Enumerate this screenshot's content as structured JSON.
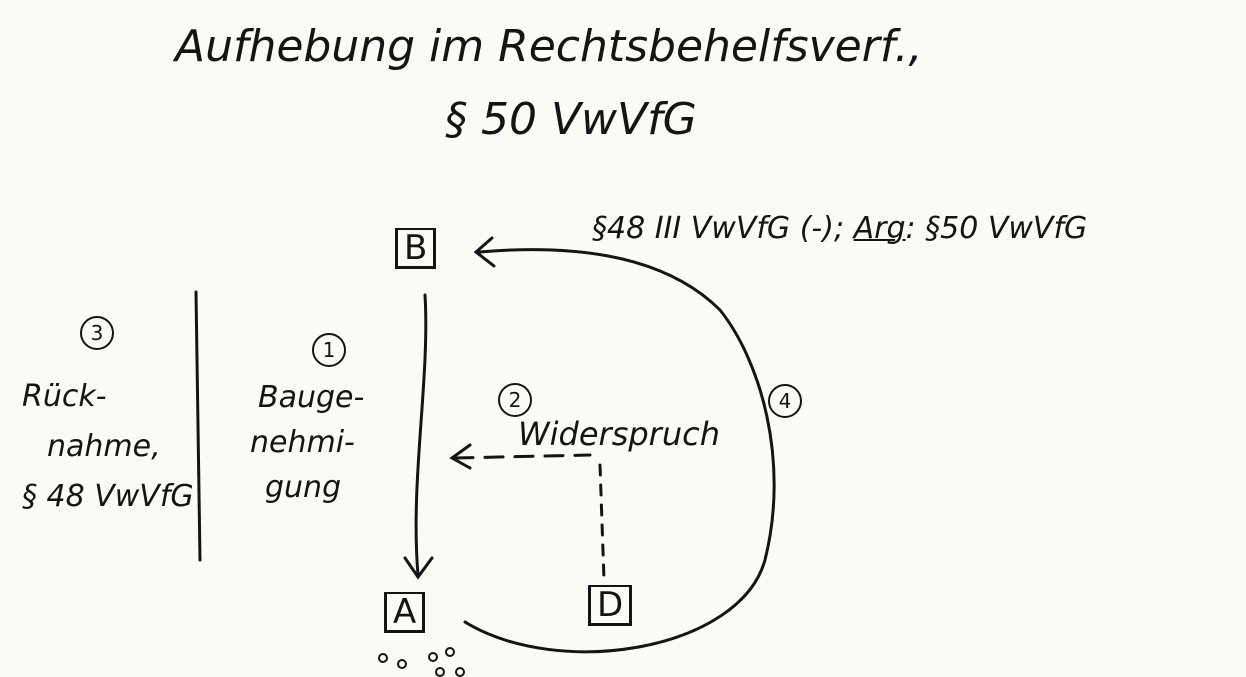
{
  "title": {
    "line1": "Aufhebung im Rechtsbehelfsverf.,",
    "line2": "§ 50 VwVfG"
  },
  "nodes": {
    "b": "B",
    "a": "A",
    "d": "D"
  },
  "annotation_top": {
    "part1": "§48 III VwVfG (-);",
    "arg": "Arg",
    "part2": ": §50 VwVfG"
  },
  "step1": {
    "number": "1",
    "lines": [
      "Bauge-",
      "nehmi-",
      "gung"
    ]
  },
  "step2": {
    "number": "2",
    "label": "Widerspruch"
  },
  "step3": {
    "number": "3",
    "lines": [
      "Rück-",
      "nahme,",
      "§ 48 VwVfG"
    ]
  },
  "step4": {
    "number": "4"
  },
  "colors": {
    "ink": "#141414",
    "paper": "#fbfaf4"
  }
}
